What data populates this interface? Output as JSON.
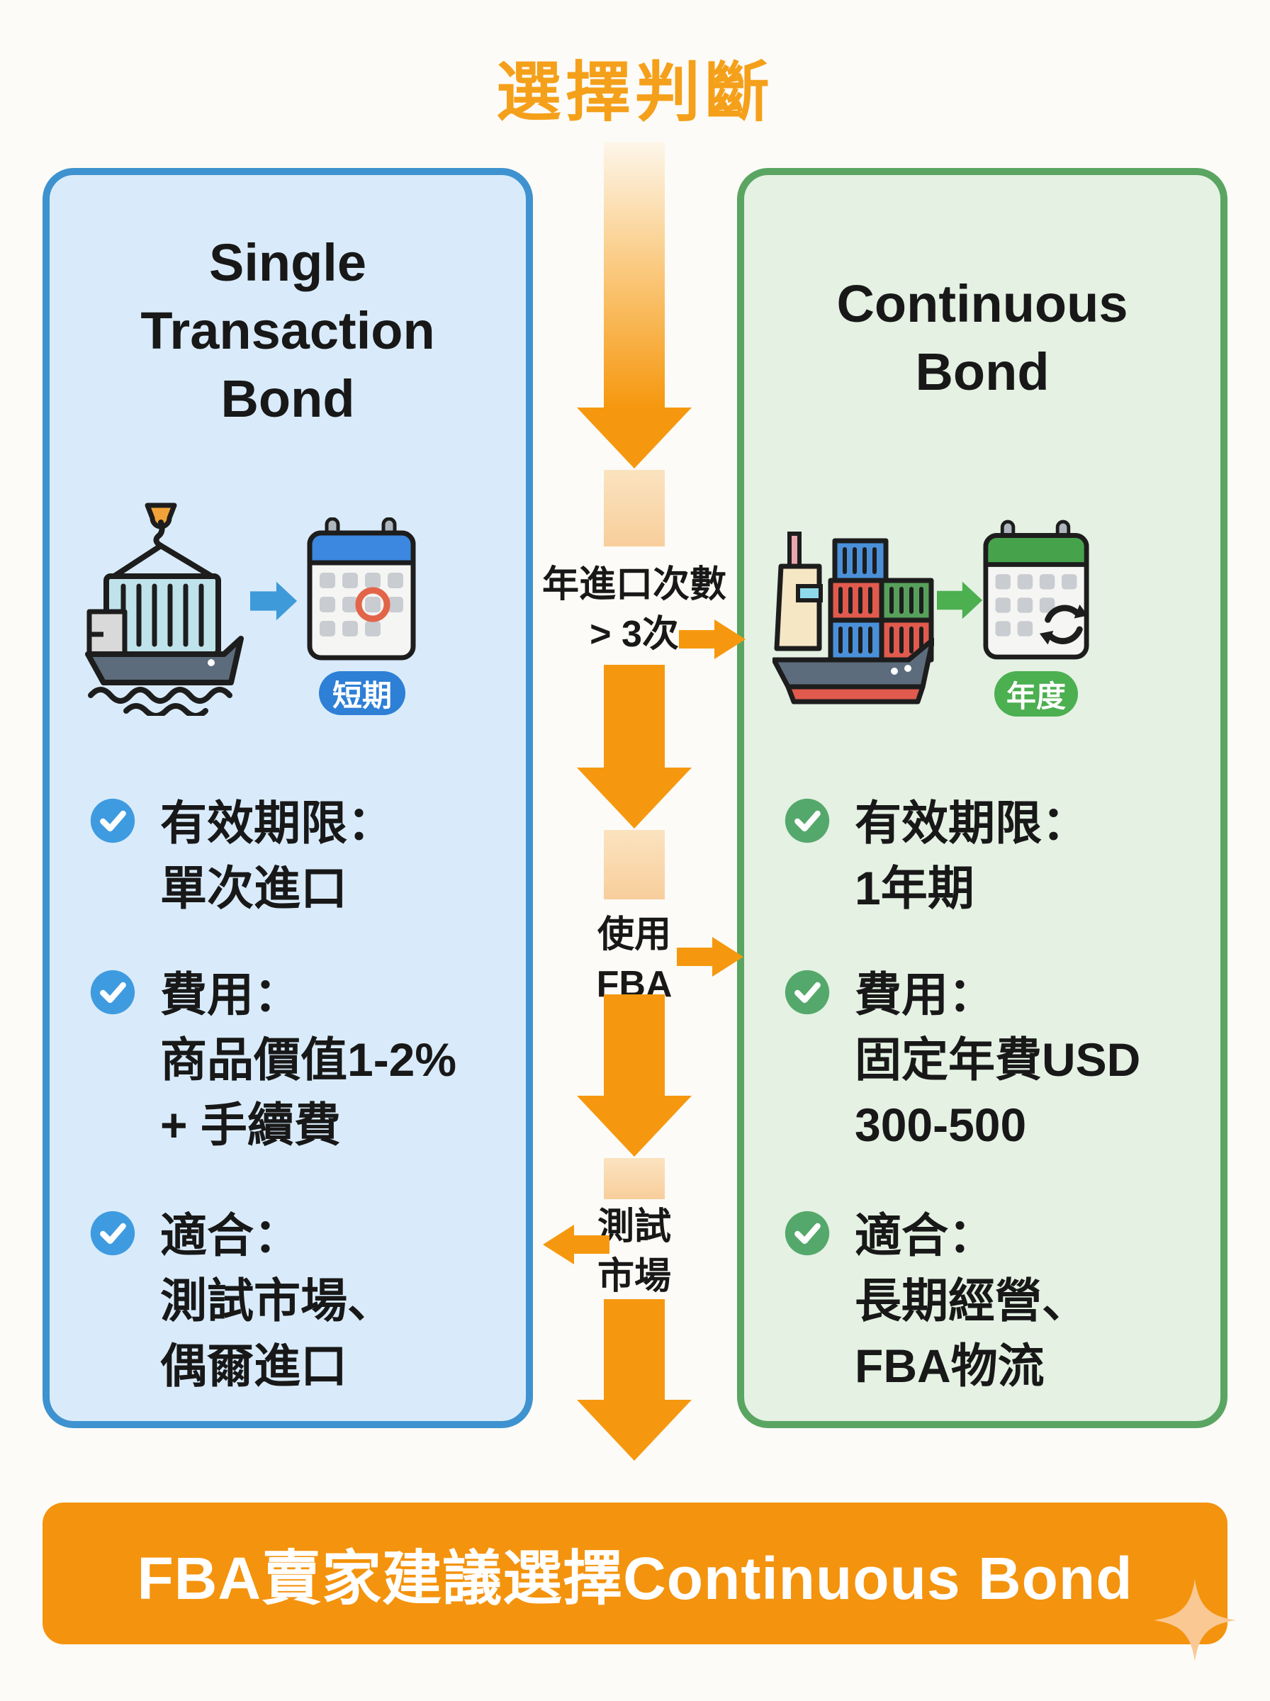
{
  "title": "選擇判斷",
  "cards": {
    "left": {
      "title_lines": [
        "Single",
        "Transaction",
        "Bond"
      ],
      "badge": "短期",
      "items": [
        {
          "label": "有效期限：",
          "lines": [
            "單次進口"
          ]
        },
        {
          "label": "費用：",
          "lines": [
            "商品價值1-2%",
            "+ 手續費"
          ]
        },
        {
          "label": "適合：",
          "lines": [
            "測試市場、",
            "偶爾進口"
          ]
        }
      ]
    },
    "right": {
      "title_lines": [
        "Continuous",
        "Bond"
      ],
      "badge": "年度",
      "items": [
        {
          "label": "有效期限：",
          "lines": [
            "1年期"
          ]
        },
        {
          "label": "費用：",
          "lines": [
            "固定年費USD",
            "300-500"
          ]
        },
        {
          "label": "適合：",
          "lines": [
            "長期經營、",
            "FBA物流"
          ]
        }
      ]
    }
  },
  "flow": {
    "branch1": {
      "line1": "年進口次數",
      "line2": "> 3次",
      "direction": "right"
    },
    "branch2": {
      "line1": "使用",
      "line2": "FBA",
      "direction": "right"
    },
    "branch3": {
      "line1": "測試",
      "line2": "市場",
      "direction": "left"
    }
  },
  "banner": {
    "text": "FBA賣家建議選擇Continuous Bond"
  },
  "icons": {
    "left_ship": "crane-container-ship-icon",
    "left_calendar": "calendar-single-date-icon",
    "right_ship": "container-cargo-ship-icon",
    "right_calendar": "calendar-refresh-icon",
    "check": "check-circle-icon",
    "sparkle": "sparkle-icon"
  },
  "colors": {
    "title_orange": "#F5A01A",
    "flow_orange": "#F6980F",
    "banner_orange": "#F4930D",
    "blue_border": "#3E92CF",
    "blue_bg": "#D9EBFA",
    "blue_check": "#3F9BE0",
    "blue_badge": "#2E7FD6",
    "green_border": "#5AA562",
    "green_bg": "#E4F1E3",
    "green_check": "#55A86B",
    "green_badge": "#4CAF50",
    "text_black": "#181818",
    "sparkle": "#F9C893"
  }
}
